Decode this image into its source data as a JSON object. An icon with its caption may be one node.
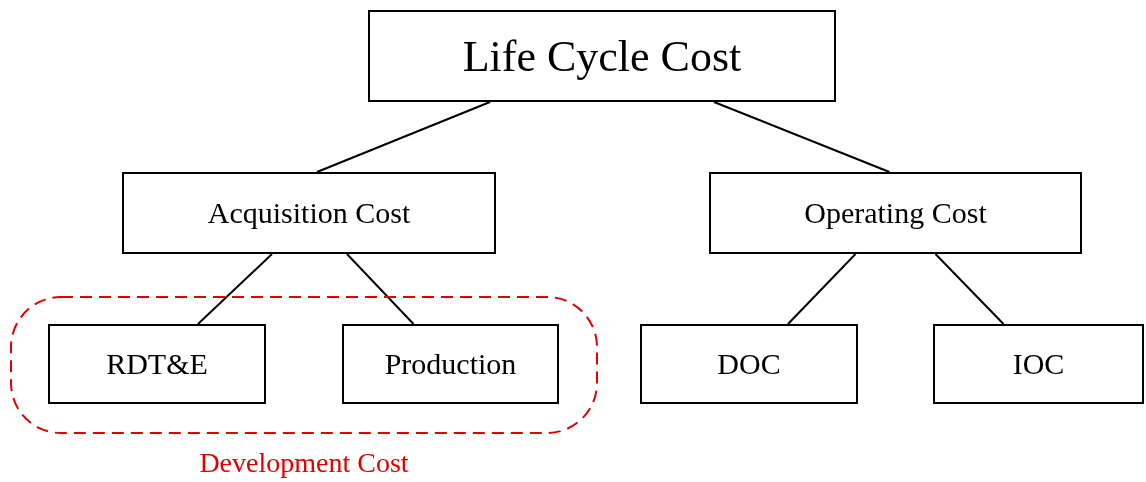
{
  "diagram": {
    "nodes": [
      {
        "text": [
          "Life Cycle Cost"
        ]
      },
      {
        "text": [
          "Acquisition Cost"
        ]
      },
      {
        "text": [
          "Operating Cost"
        ]
      },
      {
        "text": [
          "Development Cost"
        ]
      },
      {
        "text": [
          "RDT&E"
        ],
        "in": 3
      },
      {
        "text": [
          "Production"
        ],
        "in": 3
      },
      {
        "text": [
          "DOC"
        ]
      },
      {
        "text": [
          "IOC"
        ]
      }
    ],
    "edges": [
      {
        "from": 0,
        "to": 1,
        "arrow": "none"
      },
      {
        "from": 0,
        "to": 2,
        "arrow": "none"
      },
      {
        "from": 1,
        "to": 4,
        "arrow": "none"
      },
      {
        "from": 1,
        "to": 5,
        "arrow": "none"
      },
      {
        "from": 2,
        "to": 6,
        "arrow": "none"
      },
      {
        "from": 2,
        "to": 7,
        "arrow": "none"
      }
    ]
  }
}
